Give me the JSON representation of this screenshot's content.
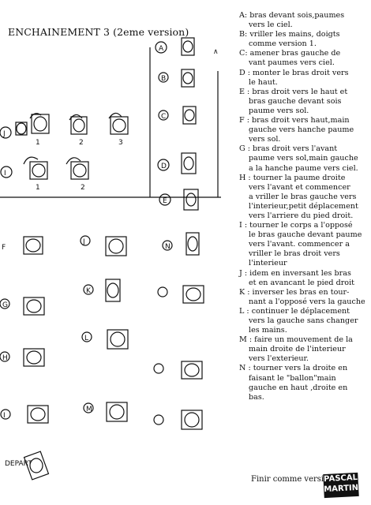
{
  "title": "ENCHAINEMENT 3 (2eme version)",
  "legend": [
    {
      "lines": [
        "A: bras devant sois,paumes",
        "vers le ciel."
      ]
    },
    {
      "lines": [
        "B: vriller les mains, doigts",
        "comme version 1."
      ]
    },
    {
      "lines": [
        "C: amener bras gauche de",
        "vant paumes vers ciel."
      ]
    },
    {
      "lines": [
        "D : monter le bras droit vers",
        "le haut."
      ]
    },
    {
      "lines": [
        "E : bras droit vers le haut et",
        "bras gauche devant sois",
        "paume vers sol."
      ]
    },
    {
      "lines": [
        "F : bras droit vers haut,main",
        "gauche vers hanche paume",
        "vers sol."
      ]
    },
    {
      "lines": [
        "G : bras droit vers l'avant",
        "paume vers sol,main gauche",
        "a la hanche paume vers ciel."
      ]
    },
    {
      "lines": [
        "H : tourner la paume droite",
        "vers l'avant et commencer",
        "a vriller le bras gauche vers",
        "l'interieur,petit déplacement",
        "vers l'arriere du pied droit."
      ]
    },
    {
      "lines": [
        "I : tourner le corps a l'opposé",
        "le bras gauche devant paume",
        "vers l'avant. commencer a",
        "vriller le bras droit vers",
        "l'interieur"
      ]
    },
    {
      "lines": [
        "J : idem en inversant les bras",
        "et en avancant le pied droit"
      ]
    },
    {
      "lines": [
        "K : inverser les bras en tour-",
        "nant a l'opposé vers la gauche"
      ]
    },
    {
      "lines": [
        "L : continuer le déplacement",
        "vers la gauche sans changer",
        "les mains."
      ]
    },
    {
      "lines": [
        "M : faire un mouvement de la",
        "main droite de l'interieur",
        "vers l'exterieur."
      ]
    },
    {
      "lines": [
        "N : tourner vers la droite en",
        "faisant le \"ballon\"main",
        "gauche en haut ,droite en",
        "bas."
      ]
    }
  ],
  "finish": "Finir comme version  1.",
  "depart_label": "DEPART",
  "logo": {
    "line1": "PASCAL",
    "line2": "MARTIN"
  },
  "step_labels": {
    "a": "A",
    "b": "B",
    "c": "C",
    "d": "D",
    "e": "E",
    "f": "F",
    "g": "G",
    "h": "H",
    "i": "I",
    "j": "J",
    "k": "K",
    "l": "L",
    "m": "M",
    "n": "N"
  },
  "numbers": {
    "n1": "1",
    "n2": "2",
    "n3": "3"
  }
}
